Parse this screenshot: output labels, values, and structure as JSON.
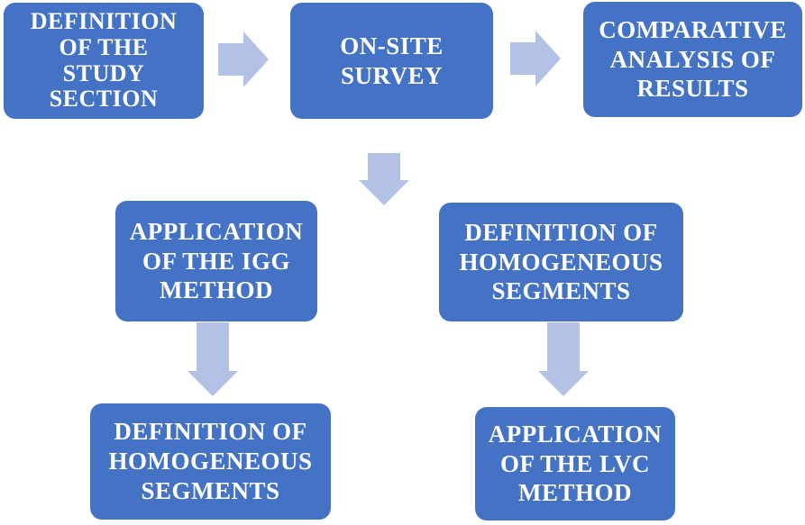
{
  "diagram": {
    "type": "flowchart",
    "colors": {
      "box_fill": "#4472C4",
      "box_text": "#FFFFFF",
      "arrow_fill": "#B3C1E5"
    },
    "boxes": {
      "study_section": {
        "lines": [
          "DEFINITION",
          "OF THE",
          "STUDY",
          "SECTION"
        ]
      },
      "on_site_survey": {
        "lines": [
          "ON-SITE",
          "SURVEY"
        ]
      },
      "comparative_analysis": {
        "lines": [
          "COMPARATIVE",
          "ANALYSIS OF",
          "RESULTS"
        ]
      },
      "igg_method": {
        "lines": [
          "APPLICATION",
          "OF THE IGG",
          "METHOD"
        ]
      },
      "homogeneous_segments_right": {
        "lines": [
          "DEFINITION OF",
          "HOMOGENEOUS",
          "SEGMENTS"
        ]
      },
      "homogeneous_segments_left": {
        "lines": [
          "DEFINITION OF",
          "HOMOGENEOUS",
          "SEGMENTS"
        ]
      },
      "lvc_method": {
        "lines": [
          "APPLICATION",
          "OF THE LVC",
          "METHOD"
        ]
      }
    },
    "arrows": [
      {
        "name": "arrow-right-study-to-survey",
        "direction": "right"
      },
      {
        "name": "arrow-right-survey-to-analysis",
        "direction": "right"
      },
      {
        "name": "arrow-down-survey-to-branches",
        "direction": "down"
      },
      {
        "name": "arrow-down-igg-to-segments",
        "direction": "down"
      },
      {
        "name": "arrow-down-segments-to-lvc",
        "direction": "down"
      }
    ]
  }
}
